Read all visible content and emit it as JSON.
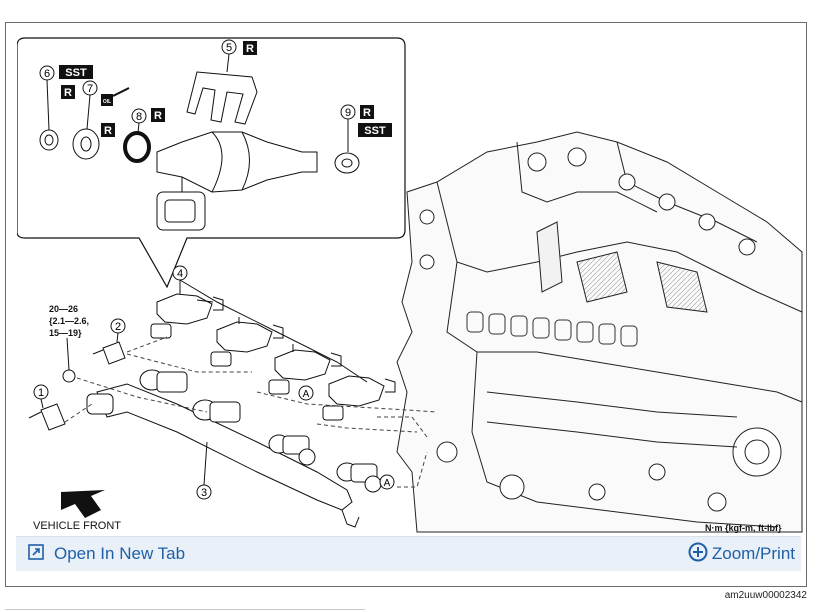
{
  "callouts": {
    "c1": "1",
    "c2": "2",
    "c3": "3",
    "c4": "4",
    "c5": "5",
    "c6": "6",
    "c7": "7",
    "c8": "8",
    "c9": "9"
  },
  "badges": {
    "sst": "SST",
    "r": "R",
    "oil": "OIL",
    "a": "A"
  },
  "torque": {
    "line1": "20—26",
    "line2": "{2.1—2.6,",
    "line3": "15—19}"
  },
  "vehicle_front": "VEHICLE FRONT",
  "units": "N·m {kgf-m, ft-lbf}",
  "toolbar": {
    "open_label": "Open In New Tab",
    "zoom_label": "Zoom/Print",
    "accent": "#1f5fa8",
    "background": "#eaf0f7"
  },
  "caption": "am2uuw00002342"
}
